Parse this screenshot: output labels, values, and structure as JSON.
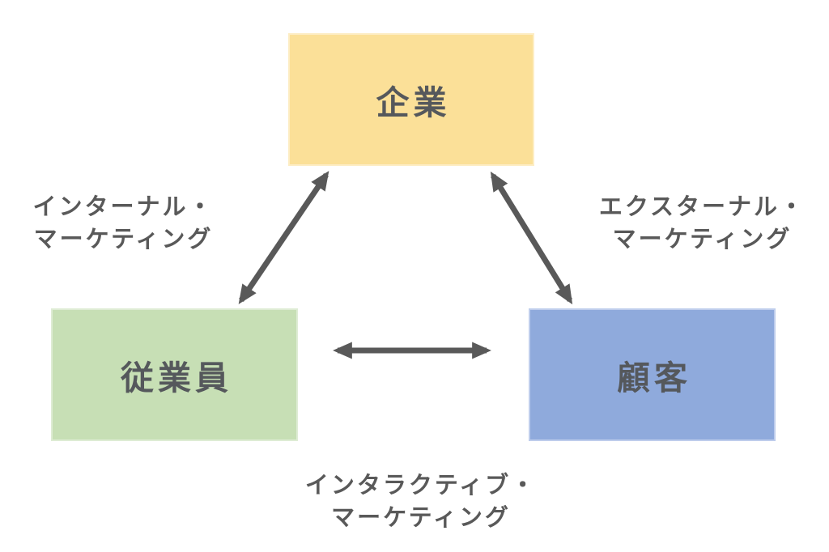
{
  "diagram": {
    "type": "triangle-relationship-diagram",
    "nodes": {
      "company": {
        "label": "企業",
        "fill": "#FBE098",
        "border": "#FDEDC4",
        "text_color": "#55585C"
      },
      "employee": {
        "label": "従業員",
        "fill": "#C7DFB5",
        "border": "#DEECD4",
        "text_color": "#55585C"
      },
      "customer": {
        "label": "顧客",
        "fill": "#8FAADC",
        "border": "#BECDEC",
        "text_color": "#55585C"
      }
    },
    "edges": {
      "internal": {
        "from": "company",
        "to": "employee",
        "label_line1": "インターナル・",
        "label_line2": "マーケティング",
        "arrow_style": "double-headed"
      },
      "external": {
        "from": "company",
        "to": "customer",
        "label_line1": "エクスターナル・",
        "label_line2": "マーケティング",
        "arrow_style": "double-headed"
      },
      "interactive": {
        "from": "employee",
        "to": "customer",
        "label_line1": "インタラクティブ・",
        "label_line2": "マーケティング",
        "arrow_style": "double-headed"
      }
    },
    "colors": {
      "arrow": "#595959",
      "label_text": "#595959",
      "background": "#FFFFFF"
    }
  }
}
